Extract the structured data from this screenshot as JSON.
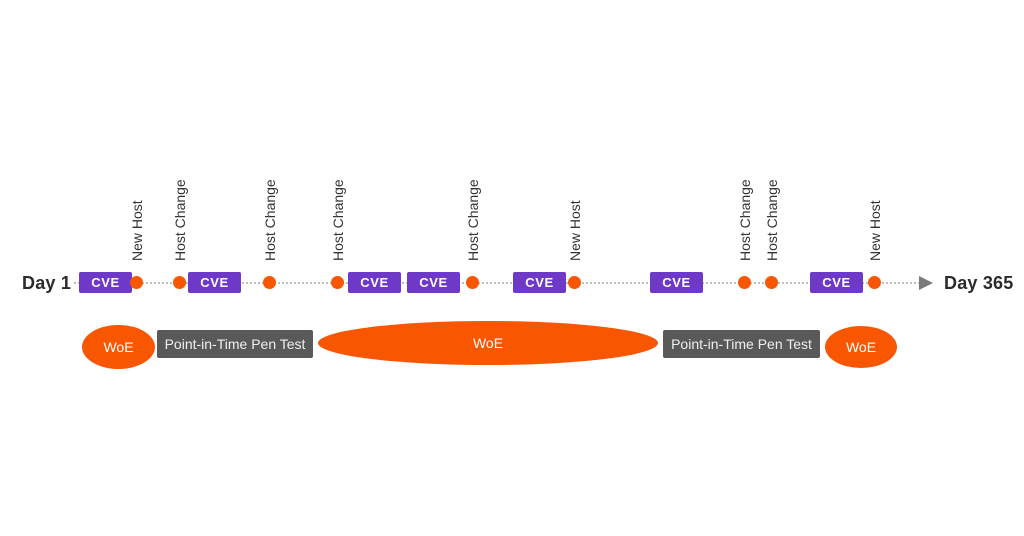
{
  "colors": {
    "purple": "#6E39C6",
    "orange": "#F95602",
    "gray": "#595959",
    "text_dark": "#2B2B2B",
    "line_gray": "#BFBFBF",
    "arrow_gray": "#7A7A7A"
  },
  "timeline": {
    "start_label": "Day 1",
    "end_label": "Day 365",
    "cve_boxes": [
      {
        "label": "CVE"
      },
      {
        "label": "CVE"
      },
      {
        "label": "CVE"
      },
      {
        "label": "CVE"
      },
      {
        "label": "CVE"
      },
      {
        "label": "CVE"
      },
      {
        "label": "CVE"
      }
    ],
    "events": [
      {
        "label": "New Host"
      },
      {
        "label": "Host Change"
      },
      {
        "label": "Host Change"
      },
      {
        "label": "Host Change"
      },
      {
        "label": "Host Change"
      },
      {
        "label": "New Host"
      },
      {
        "label": "Host Change"
      },
      {
        "label": "Host Change"
      },
      {
        "label": "New Host"
      }
    ]
  },
  "bottom_row": {
    "items": [
      {
        "type": "ellipse",
        "label": "WoE"
      },
      {
        "type": "box",
        "label": "Point-in-Time Pen Test"
      },
      {
        "type": "ellipse",
        "label": "WoE"
      },
      {
        "type": "box",
        "label": "Point-in-Time Pen Test"
      },
      {
        "type": "ellipse",
        "label": "WoE"
      }
    ]
  }
}
